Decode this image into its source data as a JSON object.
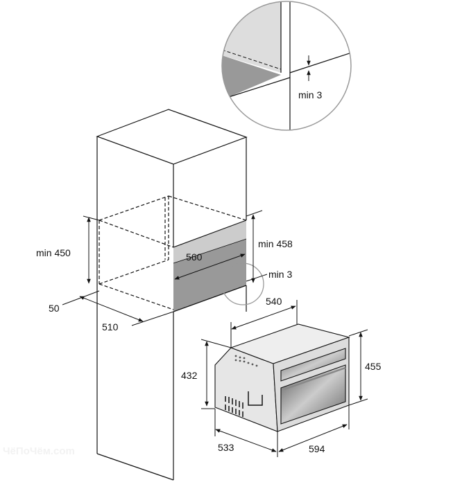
{
  "diagram": {
    "detail_label": "min 3",
    "labels": {
      "niche_height_min": "min 450",
      "cabinet_opening_min": "min 458",
      "niche_width": "560",
      "gap_min": "min 3",
      "oven_depth_top": "540",
      "front_offset": "50",
      "niche_depth": "510",
      "oven_side_height": "432",
      "oven_height": "455",
      "oven_depth": "533",
      "oven_width": "594"
    },
    "watermark": "ЧёПоЧём.com"
  }
}
